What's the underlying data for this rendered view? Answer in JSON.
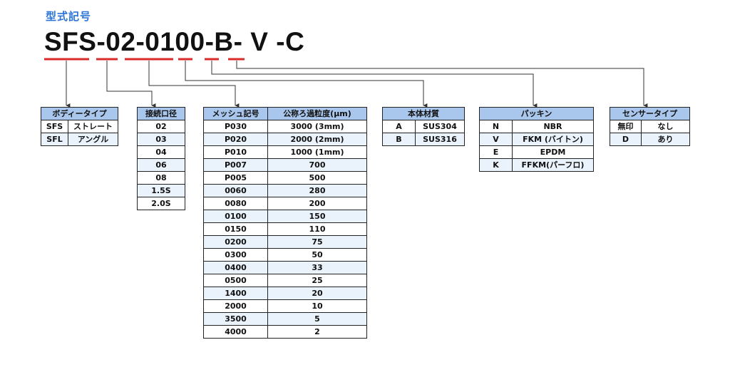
{
  "page": {
    "title": "型式記号"
  },
  "model_code": {
    "segments": [
      "SFS",
      "-",
      "02",
      "-",
      "0100",
      "-",
      "B",
      "-",
      " ",
      "V",
      " ",
      "-",
      "C"
    ],
    "underline_color": "#d92b2b"
  },
  "colors": {
    "header_bg": "#a9c7ec",
    "alt_row_bg": "#eaf2fb",
    "title": "#2a73d6",
    "line": "#333333"
  },
  "tables": {
    "body_type": {
      "header": "ボディータイプ",
      "rows": [
        [
          "SFS",
          "ストレート"
        ],
        [
          "SFL",
          "アングル"
        ]
      ]
    },
    "port_size": {
      "header": "接続口径",
      "rows": [
        [
          "02"
        ],
        [
          "03"
        ],
        [
          "04"
        ],
        [
          "06"
        ],
        [
          "08"
        ],
        [
          "1.5S"
        ],
        [
          "2.0S"
        ]
      ]
    },
    "mesh": {
      "headers": [
        "メッシュ記号",
        "公称ろ過粒度(μm)"
      ],
      "rows": [
        [
          "P030",
          "3000 (3mm)"
        ],
        [
          "P020",
          "2000 (2mm)"
        ],
        [
          "P010",
          "1000 (1mm)"
        ],
        [
          "P007",
          "700"
        ],
        [
          "P005",
          "500"
        ],
        [
          "0060",
          "280"
        ],
        [
          "0080",
          "200"
        ],
        [
          "0100",
          "150"
        ],
        [
          "0150",
          "110"
        ],
        [
          "0200",
          "75"
        ],
        [
          "0300",
          "50"
        ],
        [
          "0400",
          "33"
        ],
        [
          "0500",
          "25"
        ],
        [
          "1400",
          "20"
        ],
        [
          "2000",
          "10"
        ],
        [
          "3500",
          "5"
        ],
        [
          "4000",
          "2"
        ]
      ]
    },
    "body_material": {
      "header": "本体材質",
      "rows": [
        [
          "A",
          "SUS304"
        ],
        [
          "B",
          "SUS316"
        ]
      ]
    },
    "packing": {
      "header": "パッキン",
      "rows": [
        [
          "N",
          "NBR"
        ],
        [
          "V",
          "FKM (バイトン)"
        ],
        [
          "E",
          "EPDM"
        ],
        [
          "K",
          "FFKM(パーフロ)"
        ]
      ]
    },
    "sensor_type": {
      "header": "センサータイプ",
      "rows": [
        [
          "無印",
          "なし"
        ],
        [
          "D",
          "あり"
        ]
      ]
    }
  }
}
